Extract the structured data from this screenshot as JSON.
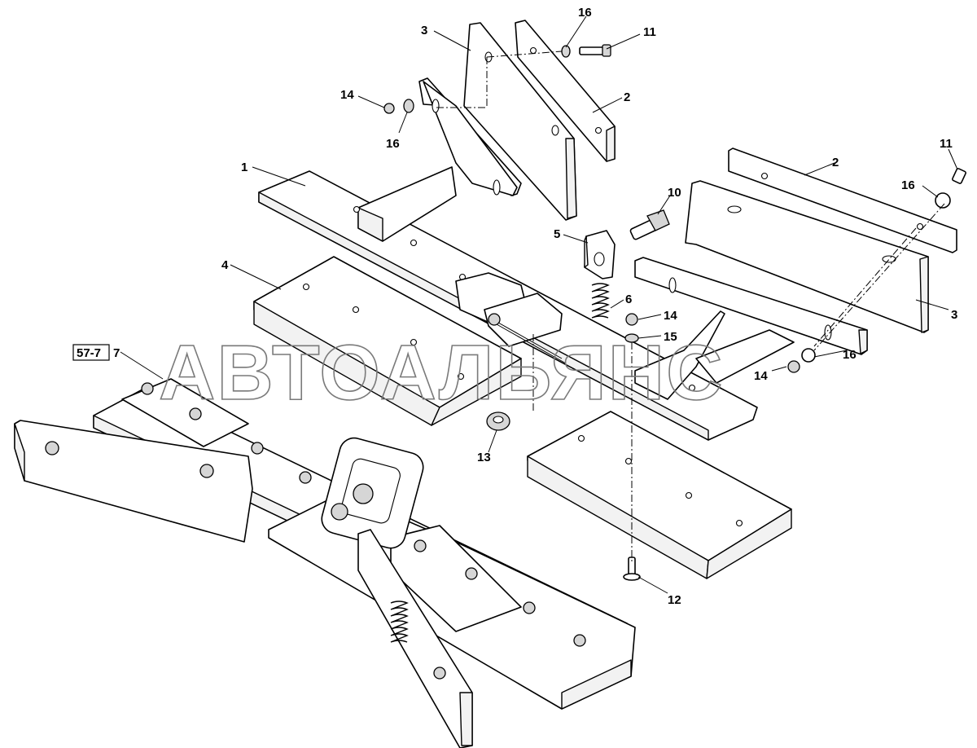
{
  "watermark": "АВТОАЛЬЯНС",
  "reference": {
    "box_label": "57-7",
    "part_label": "7"
  },
  "callouts": [
    "1",
    "2",
    "2",
    "3",
    "3",
    "4",
    "5",
    "6",
    "10",
    "11",
    "11",
    "12",
    "13",
    "14",
    "14",
    "14",
    "15",
    "16",
    "16",
    "16",
    "16"
  ],
  "labels": {
    "c1": "1",
    "c2a": "2",
    "c2b": "2",
    "c3a": "3",
    "c3b": "3",
    "c4": "4",
    "c5": "5",
    "c6": "6",
    "c10": "10",
    "c11a": "11",
    "c11b": "11",
    "c12": "12",
    "c13": "13",
    "c14a": "14",
    "c14b": "14",
    "c14c": "14",
    "c15": "15",
    "c16a": "16",
    "c16b": "16",
    "c16c": "16",
    "c16d": "16"
  },
  "colors": {
    "line": "#000000",
    "background": "#ffffff",
    "watermark": "#7a7a7a"
  }
}
